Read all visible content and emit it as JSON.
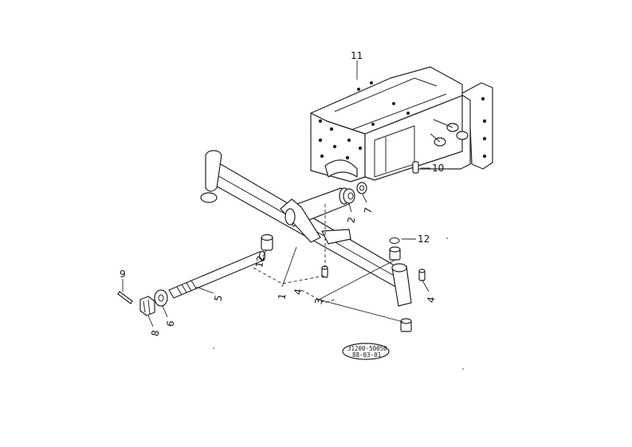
{
  "callouts": {
    "c1": "1",
    "c2": "2",
    "c3": "3",
    "c4a": "4",
    "c4b": "4",
    "c5": "5",
    "c6": "6",
    "c7": "7",
    "c8": "8",
    "c9": "9",
    "c10": "10",
    "c11": "11",
    "c12a": "12",
    "c12b": "12"
  },
  "stamp": {
    "line1": "31200-50050",
    "line2": "88-03-01"
  }
}
